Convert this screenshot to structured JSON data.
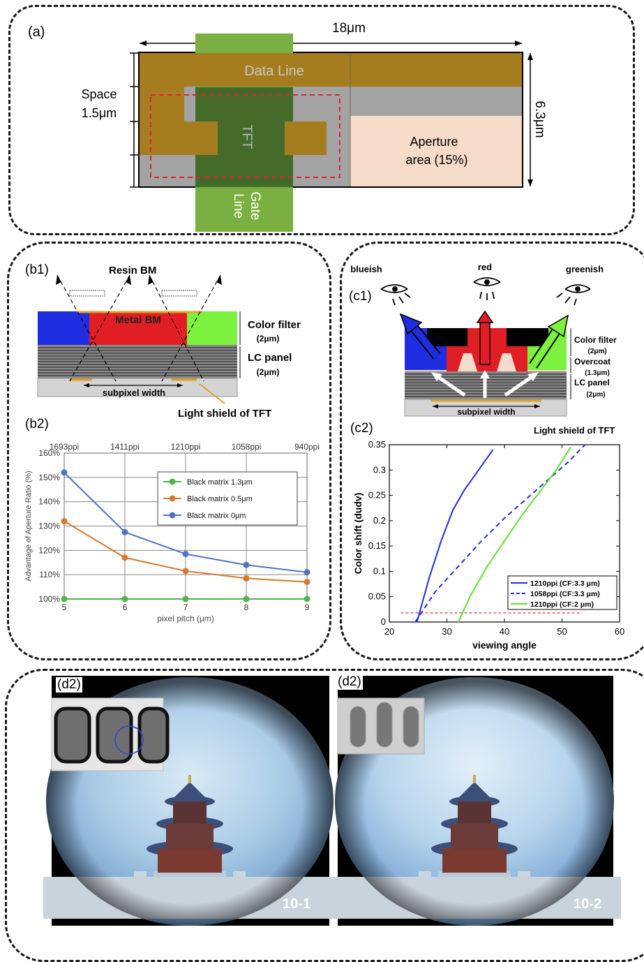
{
  "panel_a": {
    "label": "(a)",
    "width_dim": "18μm",
    "height_dim": "6.3μm",
    "space_label_1": "Space",
    "space_label_2": "1.5μm",
    "data_line": "Data Line",
    "tft": "TFT",
    "gate_line_1": "Gate",
    "gate_line_2": "Line",
    "aperture_1": "Aperture",
    "aperture_2": "area (15%)",
    "colors": {
      "data_line": "#a57c1e",
      "gate": "#7ab041",
      "gate_dark": "#456b2b",
      "aperture": "#f6dcc8",
      "gray": "#a3a3a3",
      "dashed_red": "#e0242a"
    }
  },
  "panel_b1": {
    "label": "(b1)",
    "resin_bm": "Resin BM",
    "metal_bm": "Metal BM",
    "color_filter": "Color filter",
    "color_filter_thk": "(2μm)",
    "lc_panel": "LC panel",
    "lc_panel_thk": "(2μm)",
    "subpixel_width": "subpixel width",
    "light_shield": "Light shield of TFT"
  },
  "panel_b2": {
    "label": "(b2)"
  },
  "panel_c1": {
    "label": "(c1)",
    "view_left": "blueish",
    "view_mid": "red",
    "view_right": "greenish",
    "color_filter": "Color filter",
    "color_filter_thk": "(2μm)",
    "overcoat": "Overcoat",
    "overcoat_thk": "(1.3μm)",
    "lc_panel": "LC panel",
    "lc_panel_thk": "(2μm)",
    "subpixel_width": "subpixel width",
    "light_shield": "Light shield of TFT"
  },
  "panel_c2": {
    "label": "(c2)"
  },
  "panel_d": {
    "label_left": "(d2)",
    "label_right": "(d2)",
    "tag_left": "10-1",
    "tag_right": "10-2"
  },
  "chart_data": [
    {
      "type": "line",
      "id": "b2",
      "x": [
        5,
        6,
        7,
        8,
        9
      ],
      "top_tick_labels": [
        "1693ppi",
        "1411ppi",
        "1210ppi",
        "1058ppi",
        "940ppi"
      ],
      "xlabel": "pixel pitch (μm)",
      "ylabel": "Advantage of Aperture Ratio (%)",
      "xlim": [
        5,
        9
      ],
      "ylim": [
        100,
        160
      ],
      "y_ticks": [
        "100%",
        "110%",
        "120%",
        "130%",
        "140%",
        "150%",
        "160%"
      ],
      "grid": true,
      "legend_position": "top-right",
      "series": [
        {
          "name": "Black matrix   1.3μm",
          "color": "#4fb34f",
          "values": [
            100,
            100,
            100,
            100,
            100
          ]
        },
        {
          "name": "Black matrix   0.5μm",
          "color": "#d9782d",
          "values": [
            132,
            117,
            111.5,
            108.5,
            107
          ]
        },
        {
          "name": "Black matrix   0μm",
          "color": "#4f72c4",
          "values": [
            152,
            127.5,
            118.5,
            114,
            111
          ]
        }
      ]
    },
    {
      "type": "line",
      "id": "c2",
      "xlabel": "viewing angle",
      "ylabel": "Color shift (dudv)",
      "xlim": [
        20,
        60
      ],
      "ylim": [
        0,
        0.35
      ],
      "x_ticks": [
        20,
        30,
        40,
        50,
        60
      ],
      "y_ticks": [
        0,
        0.05,
        0.1,
        0.15,
        0.2,
        0.25,
        0.3,
        0.35
      ],
      "legend_position": "bottom-right",
      "threshold": {
        "y": 0.018,
        "color": "#d42020"
      },
      "series": [
        {
          "name": "1210ppi (CF:3.3 μm)",
          "color": "#1f2de0",
          "style": "solid",
          "points": [
            [
              24.8,
              0
            ],
            [
              27,
              0.09
            ],
            [
              29,
              0.16
            ],
            [
              31,
              0.22
            ],
            [
              33,
              0.26
            ],
            [
              35.5,
              0.3
            ],
            [
              38,
              0.34
            ]
          ]
        },
        {
          "name": "1058ppi (CF:3.3 μm)",
          "color": "#1f2de0",
          "style": "dashed",
          "points": [
            [
              24.5,
              0
            ],
            [
              28,
              0.06
            ],
            [
              32,
              0.11
            ],
            [
              36,
              0.16
            ],
            [
              40,
              0.205
            ],
            [
              44,
              0.245
            ],
            [
              48,
              0.285
            ],
            [
              51,
              0.315
            ],
            [
              54,
              0.35
            ]
          ]
        },
        {
          "name": "1210ppi (CF:2 μm)",
          "color": "#5fe02e",
          "style": "solid",
          "points": [
            [
              32,
              0
            ],
            [
              34,
              0.05
            ],
            [
              37,
              0.11
            ],
            [
              40,
              0.16
            ],
            [
              43,
              0.21
            ],
            [
              46,
              0.255
            ],
            [
              49,
              0.3
            ],
            [
              51.5,
              0.345
            ]
          ]
        }
      ]
    }
  ]
}
